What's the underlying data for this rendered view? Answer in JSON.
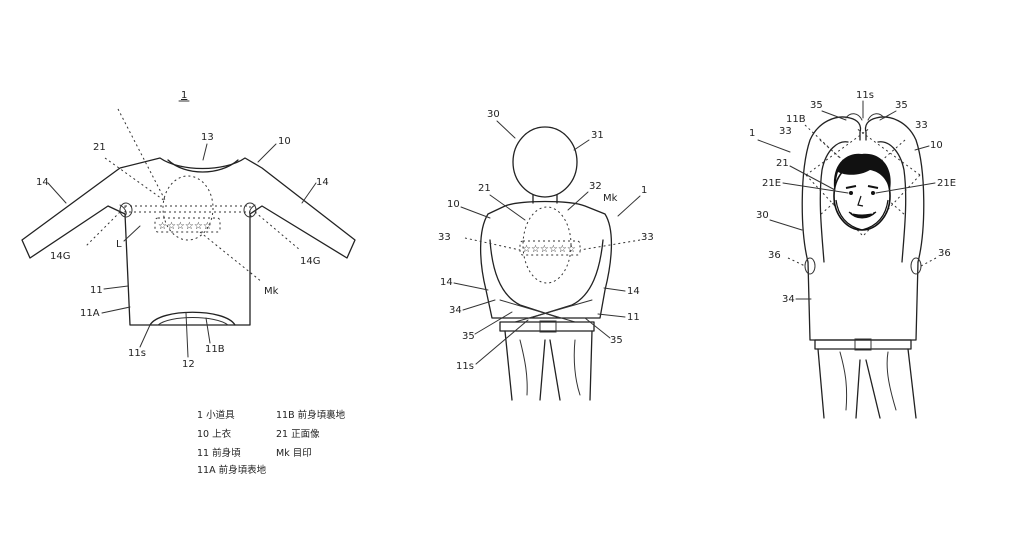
{
  "fig1": {
    "title": "1",
    "labels": {
      "c13": "13",
      "c10": "10",
      "c21": "21",
      "c14l": "14",
      "c14r": "14",
      "c14gl": "14G",
      "c14gr": "14G",
      "cL": "L",
      "cMk": "Mk",
      "c11": "11",
      "c11a": "11A",
      "c11s": "11s",
      "c11b": "11B",
      "c12": "12"
    },
    "stars": "☆☆☆☆☆☆"
  },
  "fig2": {
    "labels": {
      "c30": "30",
      "c31": "31",
      "c21": "21",
      "c32": "32",
      "c1": "1",
      "cMk": "Mk",
      "c10": "10",
      "c33l": "33",
      "c33r": "33",
      "c14l": "14",
      "c14r": "14",
      "c34": "34",
      "c11": "11",
      "c35l": "35",
      "c35r": "35",
      "c11s": "11s"
    },
    "stars": "☆☆☆☆☆☆"
  },
  "fig3": {
    "labels": {
      "c11s": "11s",
      "c35l": "35",
      "c35r": "35",
      "c11b": "11B",
      "c1": "1",
      "c33l": "33",
      "c33r": "33",
      "c10": "10",
      "c21": "21",
      "c21el": "21E",
      "c21er": "21E",
      "c30": "30",
      "c36l": "36",
      "c36r": "36",
      "c34": "34"
    }
  },
  "legend": {
    "left": [
      "1  小道具",
      "10  上衣",
      "11  前身頃",
      "11A  前身頃表地"
    ],
    "right": [
      "11B  前身頃裏地",
      "21  正面像",
      "Mk  目印"
    ]
  }
}
